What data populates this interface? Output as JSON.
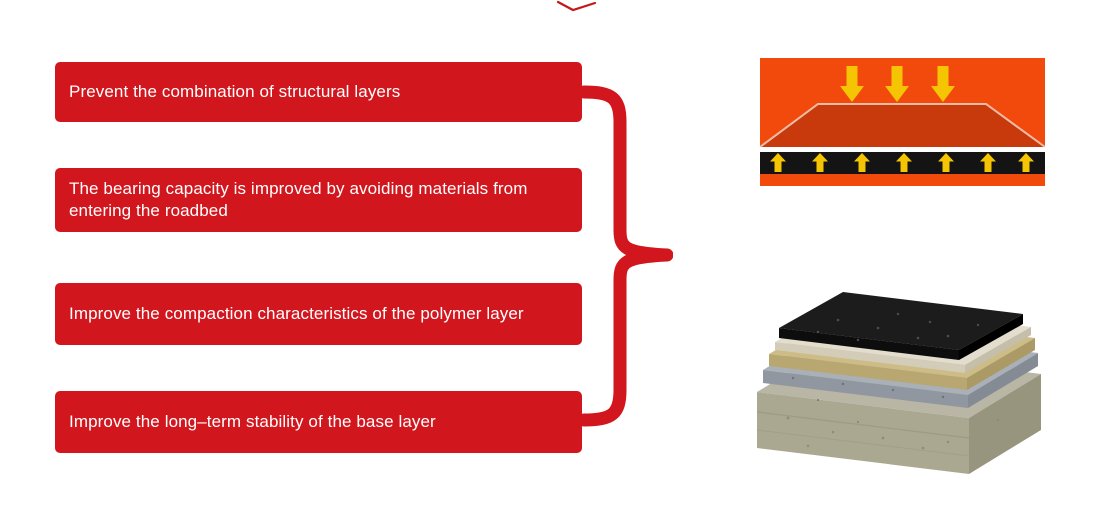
{
  "page": {
    "background": "#ffffff",
    "accent_red": "#d2161e"
  },
  "benefits": [
    {
      "label": "Prevent the combination of structural layers"
    },
    {
      "label": "The bearing capacity is improved by avoiding materials from entering the roadbed"
    },
    {
      "label": "Improve the compaction characteristics of the polymer layer"
    },
    {
      "label": "Improve the long–term stability of the base layer"
    }
  ],
  "brace": {
    "color": "#d2161e"
  },
  "illustrations": {
    "load_distribution": {
      "name": "road-load-distribution-diagram",
      "down_arrow_count": 3,
      "up_arrow_count": 7,
      "colors": {
        "surface_orange": "#f14a0c",
        "embankment_red": "#c8390c",
        "arrow_yellow": "#f5c402",
        "base_band_black": "#141414",
        "gap_white": "#ffffff"
      }
    },
    "pavement_layers": {
      "name": "pavement-structural-layers-3d",
      "layer_colors_top_to_bottom": [
        "#1c1c1c",
        "#e2ddcd",
        "#cdbc86",
        "#aab0b8",
        "#b9b6a6"
      ]
    }
  }
}
